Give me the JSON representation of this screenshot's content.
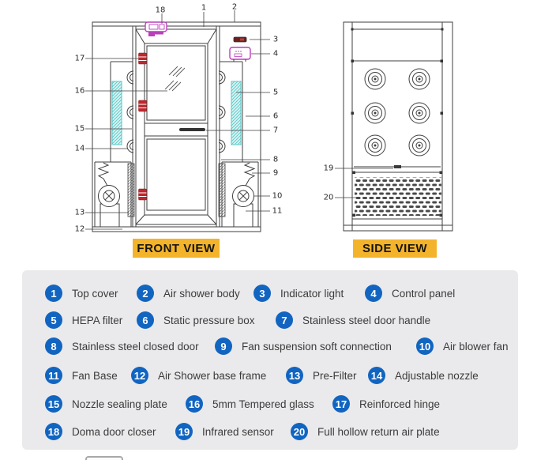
{
  "front_view": {
    "title": "FRONT VIEW"
  },
  "side_view": {
    "title": "SIDE VIEW"
  },
  "callouts": [
    "1",
    "2",
    "3",
    "4",
    "5",
    "6",
    "7",
    "8",
    "9",
    "10",
    "11",
    "12",
    "13",
    "14",
    "15",
    "16",
    "17",
    "18",
    "19",
    "20"
  ],
  "legend": {
    "items": [
      {
        "num": "1",
        "label": "Top cover"
      },
      {
        "num": "2",
        "label": "Air shower body"
      },
      {
        "num": "3",
        "label": "Indicator light"
      },
      {
        "num": "4",
        "label": "Control panel"
      },
      {
        "num": "5",
        "label": "HEPA filter"
      },
      {
        "num": "6",
        "label": "Static pressure box"
      },
      {
        "num": "7",
        "label": "Stainless steel door handle"
      },
      {
        "num": "8",
        "label": "Stainless steel closed door"
      },
      {
        "num": "9",
        "label": "Fan suspension soft connection"
      },
      {
        "num": "10",
        "label": "Air blower fan"
      },
      {
        "num": "11",
        "label": "Fan Base"
      },
      {
        "num": "12",
        "label": "Air Shower base frame"
      },
      {
        "num": "13",
        "label": "Pre-Filter"
      },
      {
        "num": "14",
        "label": "Adjustable nozzle"
      },
      {
        "num": "15",
        "label": "Nozzle sealing plate"
      },
      {
        "num": "16",
        "label": "5mm Tempered glass"
      },
      {
        "num": "17",
        "label": "Reinforced hinge"
      },
      {
        "num": "18",
        "label": "Doma door closer"
      },
      {
        "num": "19",
        "label": "Infrared sensor"
      },
      {
        "num": "20",
        "label": "Full hollow return air plate"
      }
    ]
  },
  "colors": {
    "badge_blue": "#1165C1",
    "legend_bg": "#EAEAEC",
    "view_label_yellow": "#F3B32B",
    "hinge_red": "#C0272D",
    "accent_magenta": "#BB3FBB",
    "filter_cyan": "#52C5C5",
    "indicator_dark_red": "#6E1F1F",
    "line_gray": "#3F3F3F"
  }
}
